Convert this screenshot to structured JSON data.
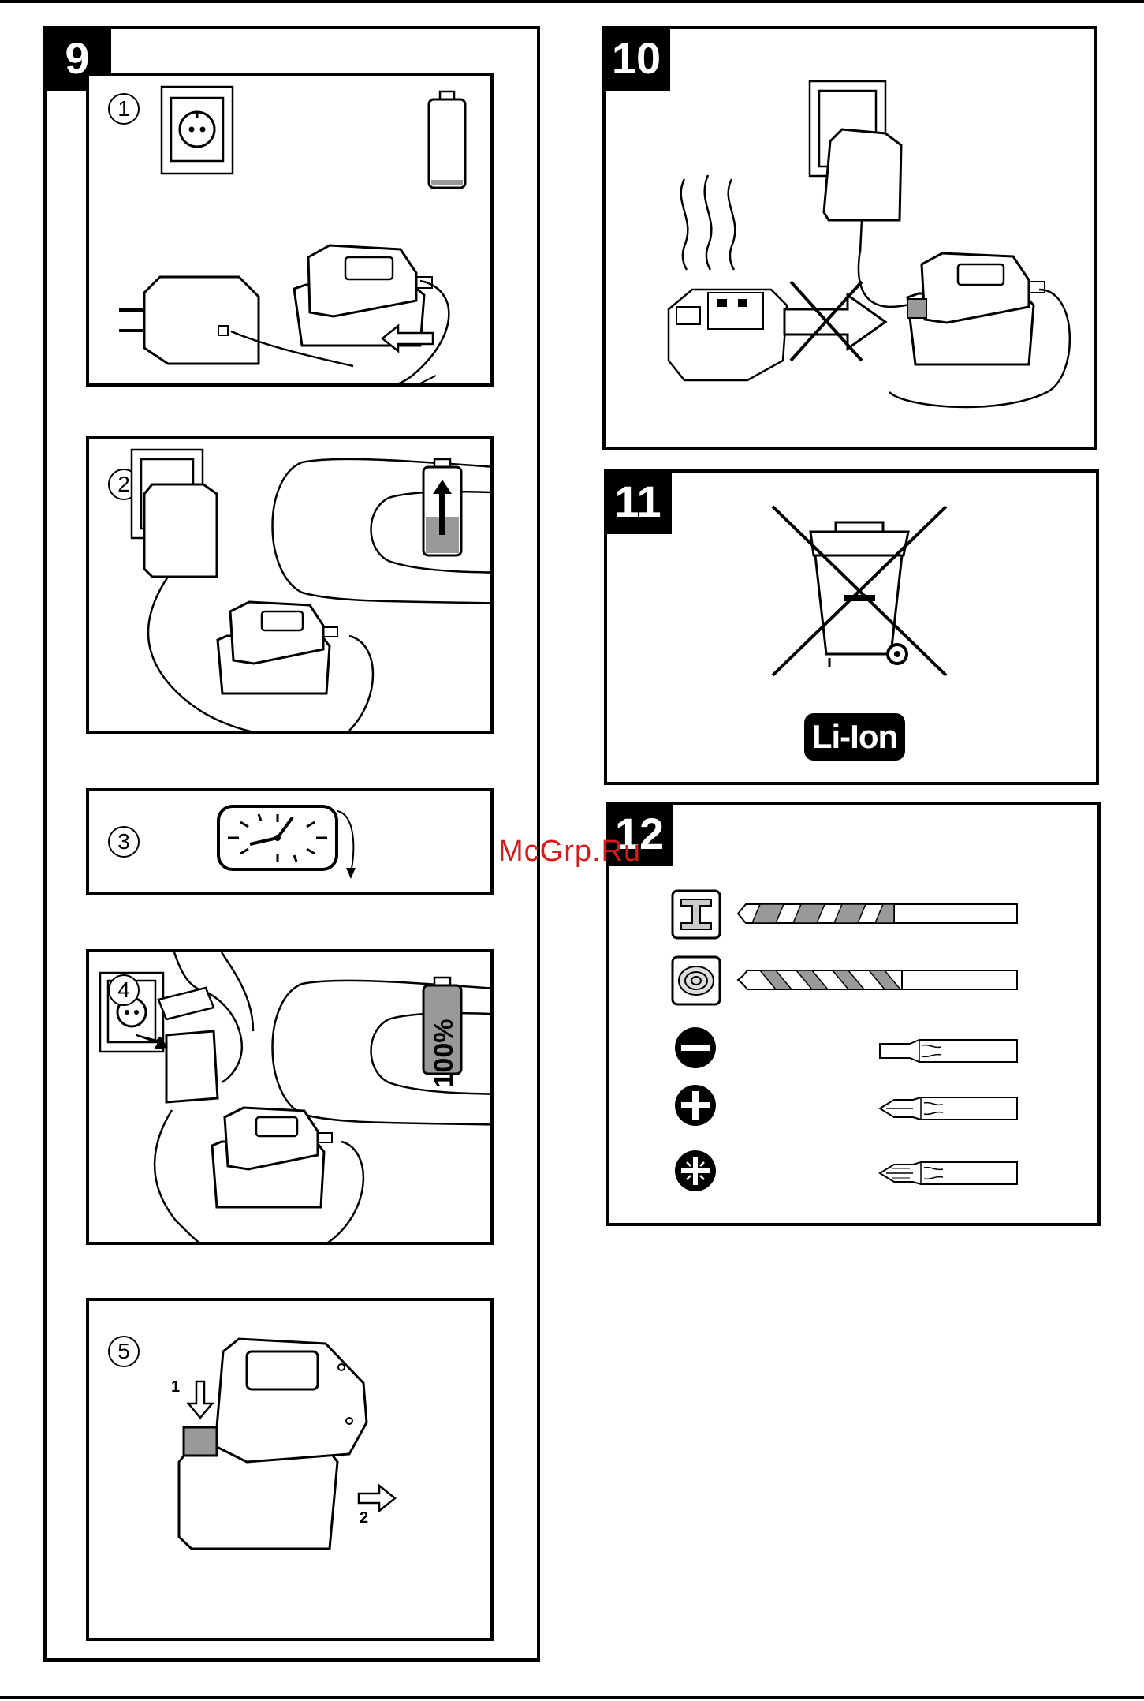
{
  "figures": {
    "fig9": {
      "number": "9",
      "steps": [
        {
          "label": "1"
        },
        {
          "label": "2"
        },
        {
          "label": "3"
        },
        {
          "label": "4",
          "battery_text": "100%"
        },
        {
          "label": "5",
          "arrow1": "1",
          "arrow2": "2"
        }
      ]
    },
    "fig10": {
      "number": "10"
    },
    "fig11": {
      "number": "11",
      "badge": "Li-Ion"
    },
    "fig12": {
      "number": "12"
    }
  },
  "watermark": "McGrp.Ru"
}
